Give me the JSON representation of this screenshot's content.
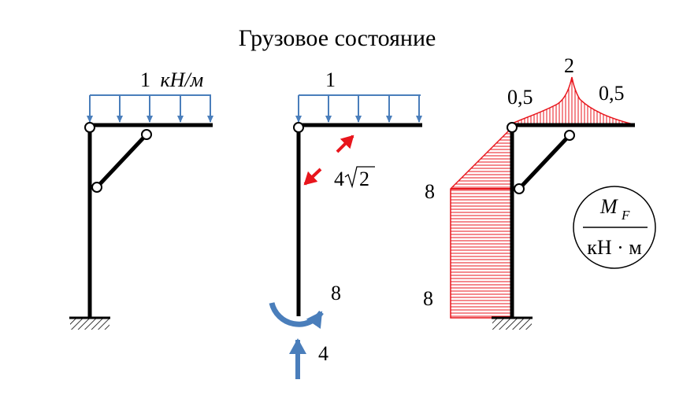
{
  "title": "Грузовое состояние",
  "frame1": {
    "load_value": "1",
    "load_unit": "кН/м"
  },
  "frame2": {
    "load_value": "1",
    "force_coef": "4",
    "force_radical": "2",
    "moment_value": "8",
    "axial_value": "4"
  },
  "frame3": {
    "top_peak": "2",
    "top_left": "0,5",
    "top_right": "0,5",
    "col_mid": "8",
    "col_base": "8",
    "legend": {
      "numerator_base": "M",
      "numerator_sub": "F",
      "denominator": "кН · м"
    }
  },
  "colors": {
    "frame": "#000000",
    "load": "#4a7ebb",
    "force_arrow": "#e8151c",
    "diagram": "#e8151c"
  }
}
